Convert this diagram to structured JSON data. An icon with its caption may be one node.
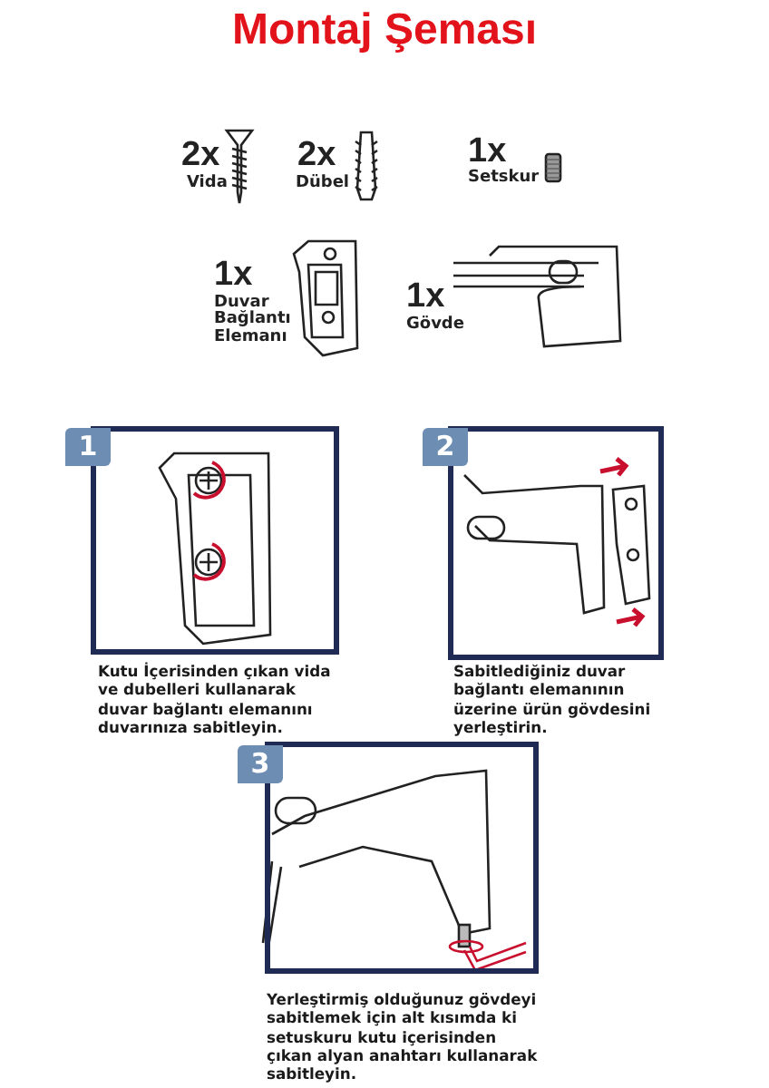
{
  "diagram": {
    "title": "Montaj Şeması",
    "nodes": [
      {
        "text": [
          "1"
        ],
        "beside": [
          "Kutu İçerisinden çıkan vida ve dubelleri kullanarak duvar bağlantı elemanını duvarınıza sabitleyin."
        ]
      },
      {
        "text": [
          "2"
        ],
        "beside": [
          "Sabitlediğiniz duvar bağlantı elemanının üzerine ürün gövdesini yerleştirin."
        ]
      },
      {
        "text": [
          "3"
        ],
        "beside": [
          "Yerleştirmiş olduğunuz gövdeyi sabitlemek için alt kısımda ki setuskuru kutu içerisinden çıkan alyan anahtarı kullanarak sabitleyin."
        ]
      }
    ],
    "labels": [
      "2x",
      "Vida",
      "2x",
      "Dübel",
      "1x",
      "Setskur",
      "1x",
      "Duvar Bağlantı Elemanı",
      "1x",
      "Gövde"
    ]
  }
}
